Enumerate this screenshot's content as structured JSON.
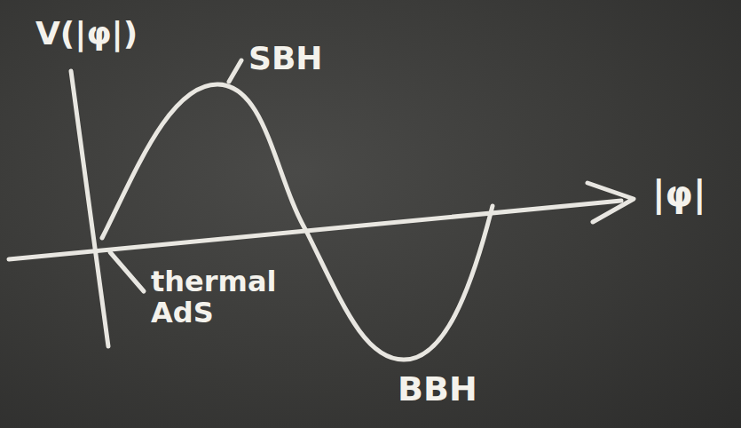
{
  "diagram": {
    "labels": [
      "V(|φ|)",
      "SBH",
      "|φ|",
      "thermal AdS",
      "BBH"
    ]
  }
}
